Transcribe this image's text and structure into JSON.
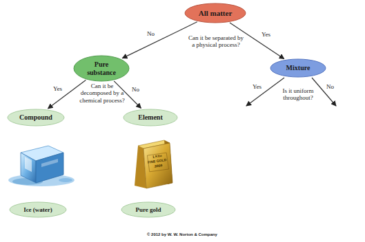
{
  "diagram": {
    "caption": "© 2012 by W. W. Norton & Company",
    "nodes": [
      {
        "text": [
          "All matter"
        ]
      },
      {
        "text": [
          "Pure substance"
        ]
      },
      {
        "text": [
          "Mixture"
        ]
      },
      {
        "text": [
          "Compound"
        ]
      },
      {
        "text": [
          "Element"
        ]
      },
      {
        "text": [
          "Ice (water)"
        ]
      },
      {
        "text": [
          "Pure gold"
        ]
      }
    ],
    "edges": [
      {
        "from": 0,
        "to": 1,
        "label": "No",
        "arrow": "to"
      },
      {
        "from": 0,
        "to": 2,
        "label": "Yes",
        "arrow": "to"
      },
      {
        "from": 1,
        "to": 3,
        "label": "Yes",
        "arrow": "to"
      },
      {
        "from": 1,
        "to": 4,
        "label": "No",
        "arrow": "to"
      }
    ],
    "labels": [
      "Can it be separated by a physical process?",
      "Can it be decomposed by a chemical process?",
      "Is it uniform throughout?",
      "Yes",
      "No",
      "1 Kilo",
      "FINE GOLD",
      ".9999"
    ]
  }
}
